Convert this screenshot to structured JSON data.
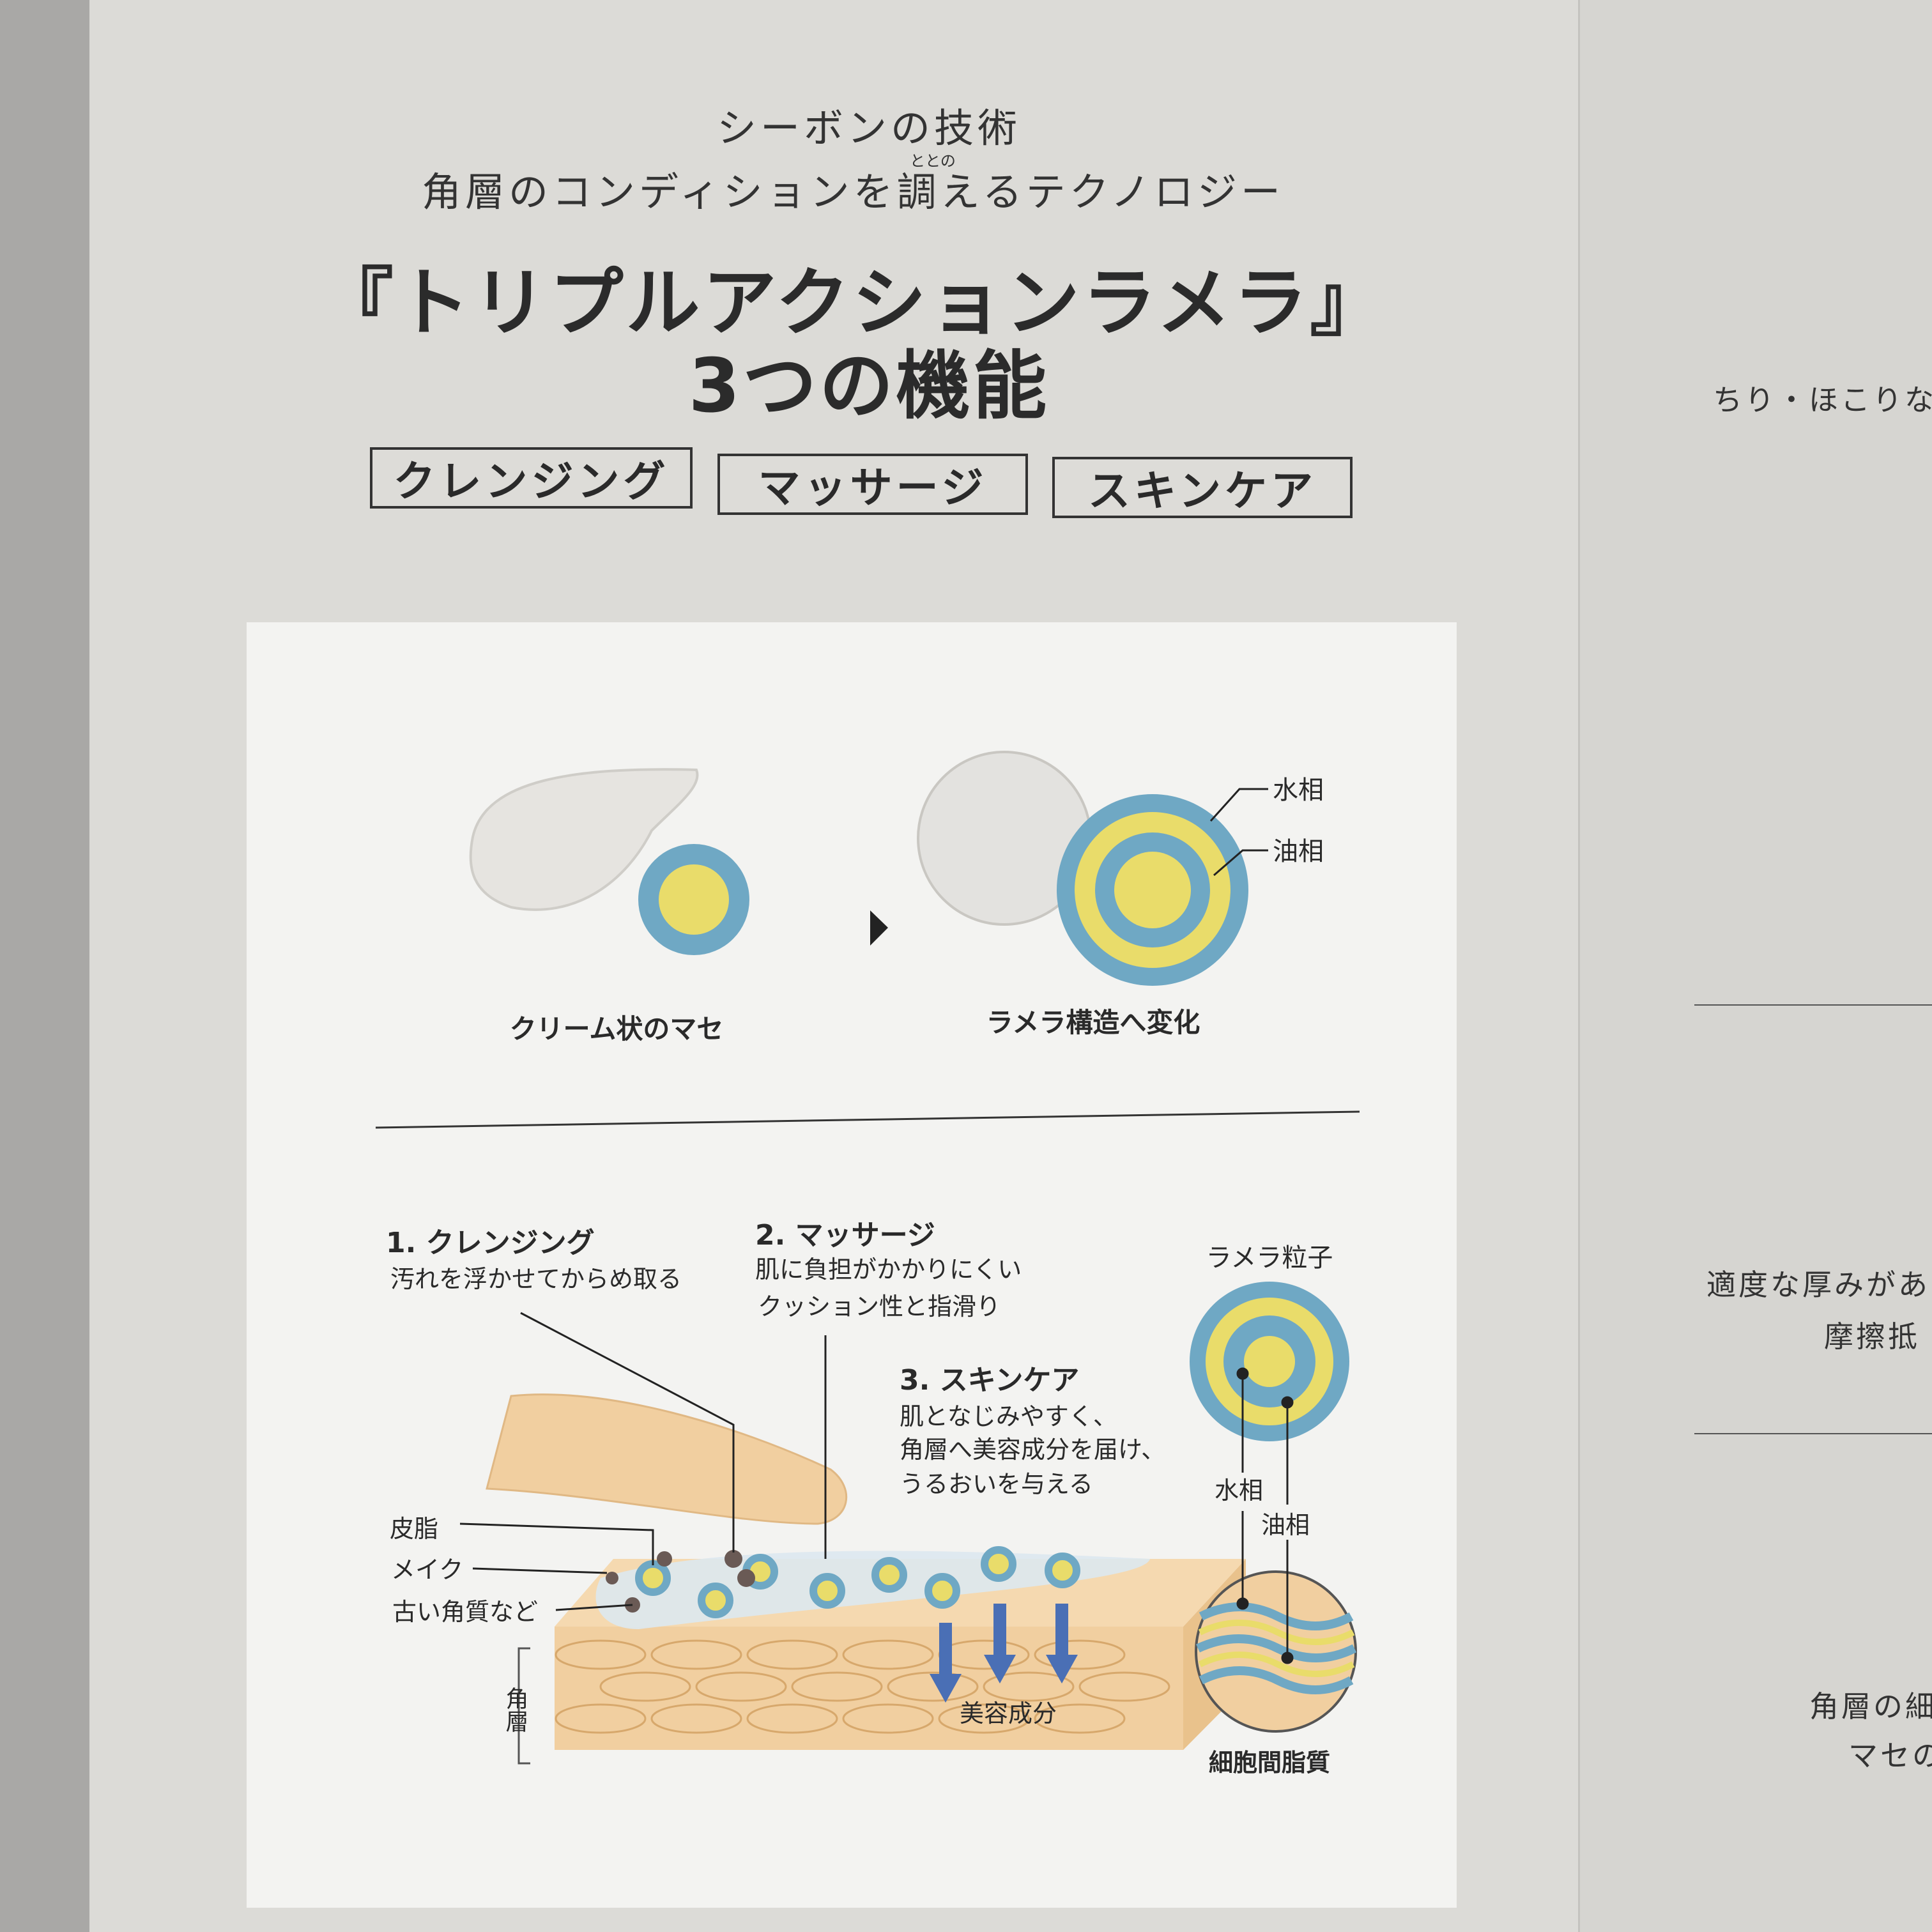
{
  "header": {
    "line1": "シーボンの技術",
    "line2": "角層のコンディションを調えるテクノロジー",
    "ruby": "ととの",
    "title": "『トリプルアクションラメラ』",
    "subtitle": "3つの機能"
  },
  "tags": [
    "クレンジング",
    "マッサージ",
    "スキンケア"
  ],
  "diagram": {
    "cream_label": "クリーム状のマセ",
    "lamella_label": "ラメラ構造へ変化",
    "water_phase": "水相",
    "oil_phase": "油相",
    "step1_title": "1. クレンジング",
    "step1_text": "汚れを浮かせてからめ取る",
    "step2_title": "2. マッサージ",
    "step2_text1": "肌に負担がかかりにくい",
    "step2_text2": "クッション性と指滑り",
    "step3_title": "3. スキンケア",
    "step3_text1": "肌となじみやすく、",
    "step3_text2": "角層へ美容成分を届け、",
    "step3_text3": "うるおいを与える",
    "particle_label": "ラメラ粒子",
    "sebum": "皮脂",
    "makeup": "メイク",
    "old_keratin": "古い角質など",
    "stratum": "角層",
    "ingredients": "美容成分",
    "intercellular": "細胞間脂質"
  },
  "right_page": {
    "text1": "ちり・ほこりな",
    "text2a": "適度な厚みがあ",
    "text2b": "摩擦抵",
    "text3a": "角層の細",
    "text3b": "マセの"
  },
  "colors": {
    "blue": "#6fa8c4",
    "yellow": "#e9dc6a",
    "skin": "#f1cfa0",
    "arrow": "#4a6fb5"
  }
}
